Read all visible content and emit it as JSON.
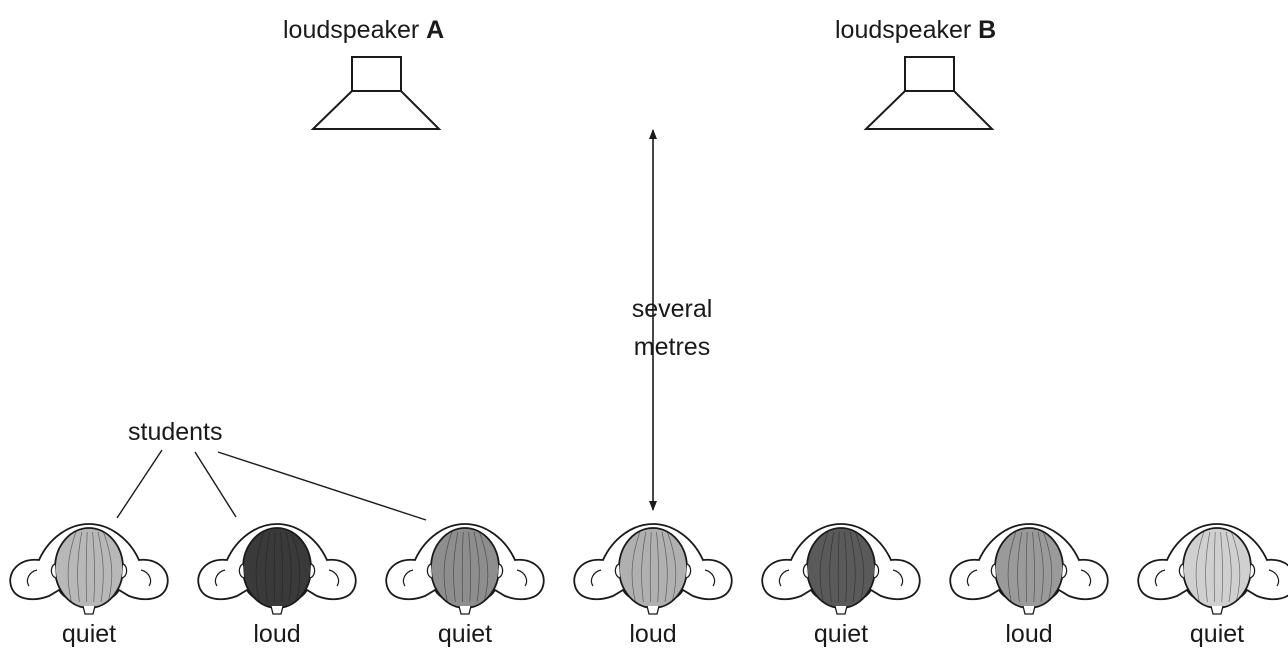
{
  "speakers": [
    {
      "label_text": "loudspeaker ",
      "letter": "A"
    },
    {
      "label_text": "loudspeaker ",
      "letter": "B"
    }
  ],
  "distance": {
    "line1": "several",
    "line2": "metres"
  },
  "students_label": "students",
  "students": [
    {
      "state": "quiet",
      "hair_color": "#b8b8b8"
    },
    {
      "state": "loud",
      "hair_color": "#3a3a3a"
    },
    {
      "state": "quiet",
      "hair_color": "#8e8e8e"
    },
    {
      "state": "loud",
      "hair_color": "#b0b0b0"
    },
    {
      "state": "quiet",
      "hair_color": "#5a5a5a"
    },
    {
      "state": "loud",
      "hair_color": "#9a9a9a"
    },
    {
      "state": "quiet",
      "hair_color": "#d0d0d0"
    }
  ]
}
